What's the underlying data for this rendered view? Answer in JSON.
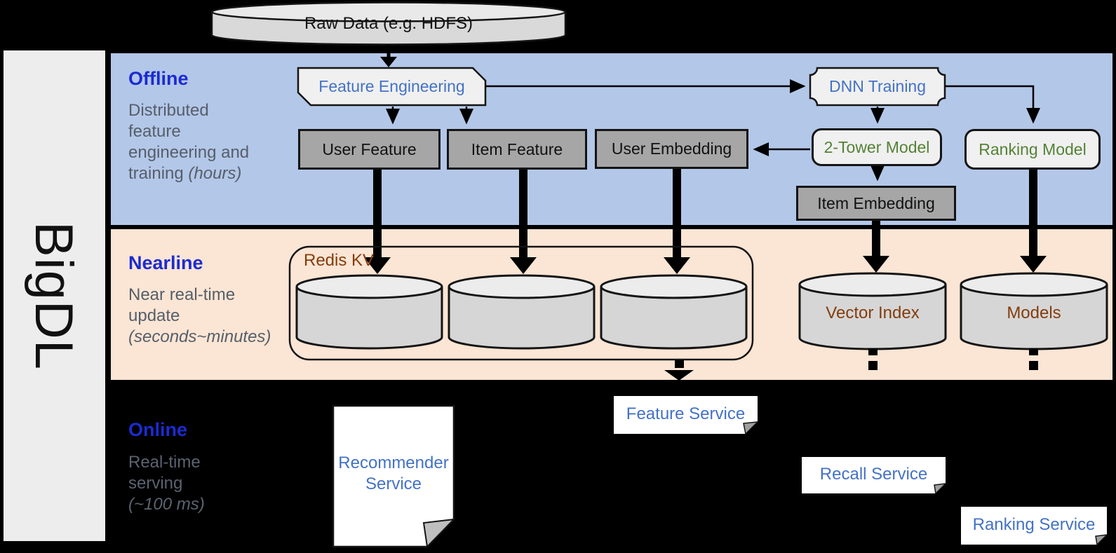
{
  "brand": "BigDL",
  "source_node": "Raw Data (e.g. HDFS)",
  "sections": {
    "offline": {
      "title": "Offline",
      "lines": [
        "Distributed",
        "feature",
        "engineering and",
        "training"
      ],
      "duration": "(hours)"
    },
    "nearline": {
      "title": "Nearline",
      "lines": [
        "Near real-time",
        "update"
      ],
      "duration": "(seconds~minutes)"
    },
    "online": {
      "title": "Online",
      "lines": [
        "Real-time",
        "serving"
      ],
      "duration": "(~100 ms)"
    }
  },
  "offline_nodes": {
    "feature_engineering": "Feature Engineering",
    "dnn_training": "DNN Training",
    "user_feature": "User Feature",
    "item_feature": "Item Feature",
    "user_embedding": "User Embedding",
    "two_tower_model": "2-Tower Model",
    "ranking_model": "Ranking Model",
    "item_embedding": "Item Embedding"
  },
  "nearline_nodes": {
    "redis_kv": "Redis KV",
    "vector_index": "Vector Index",
    "models": "Models"
  },
  "online_nodes": {
    "recommender_service": "Recommender Service",
    "feature_service": "Feature Service",
    "recall_service": "Recall Service",
    "ranking_service": "Ranking Service"
  },
  "colors": {
    "offline_band": "#b3c7e8",
    "nearline_band": "#fbe5d4",
    "heading_blue": "#1c2bd0",
    "node_text_blue": "#4472c4",
    "model_text_green": "#548235",
    "storage_text_brown": "#843c0c",
    "gray_node_fill": "#a6a6a6",
    "light_node_fill": "#f0f0f0",
    "cylinder_fill": "#d6d6d6",
    "background": "#000000"
  }
}
